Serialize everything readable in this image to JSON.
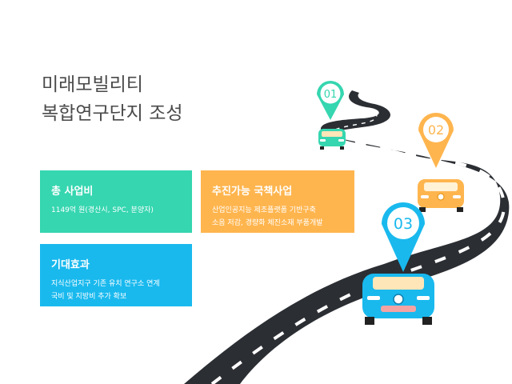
{
  "title": {
    "line1": "미래모빌리티",
    "line2": "복합연구단지 조성"
  },
  "cards": {
    "total": {
      "heading": "총 사업비",
      "lines": [
        "1149억 원(경산시, SPC, 분양자)"
      ],
      "color": "#35d6b0"
    },
    "ai": {
      "heading": "추진가능 국책사업",
      "lines": [
        "산업인공지능 제조플랫폼 기반구축",
        "소음 저감, 경량화 체진소재 부품개발"
      ],
      "color": "#ffb54e"
    },
    "effect": {
      "heading": "기대효과",
      "lines": [
        "지식산업지구 기존 유치 연구소 연계",
        "국비 및 지방비 추가 확보"
      ],
      "color": "#19b9ee"
    }
  },
  "pins": [
    {
      "label": "01",
      "color": "#35d6b0"
    },
    {
      "label": "02",
      "color": "#ffb54e"
    },
    {
      "label": "03",
      "color": "#19b9ee"
    }
  ],
  "road_color": "#2b2e33",
  "icons": [
    "road-graphic",
    "map-pin-icon",
    "car-icon"
  ]
}
